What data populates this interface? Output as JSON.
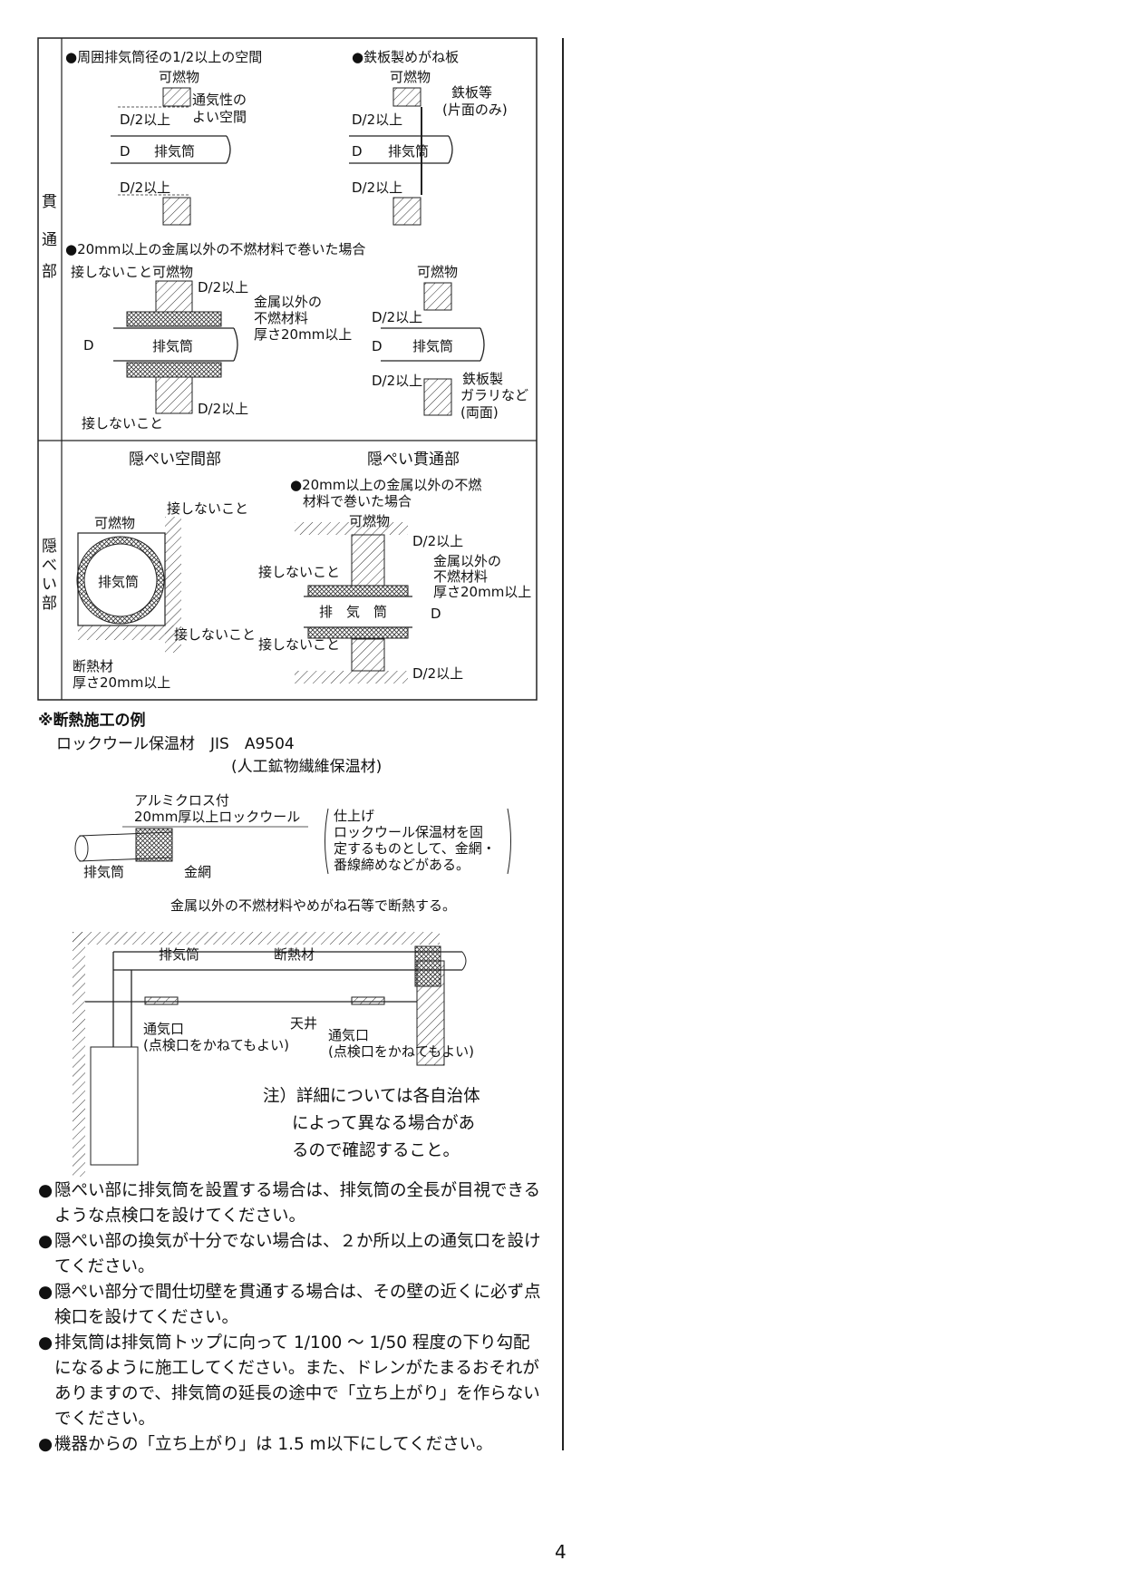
{
  "table": {
    "row1_label": [
      "貫",
      "通",
      "部"
    ],
    "row2_label": [
      "隠",
      "べ",
      "い",
      "部"
    ],
    "panel_a": {
      "heading": "●周囲排気筒径の1/2以上の空間",
      "combustible": "可燃物",
      "vent_1": "通気性の",
      "vent_2": "よい空間",
      "d2_top": "D/2以上",
      "d": "D",
      "pipe": "排気筒",
      "d2_bottom": "D/2以上"
    },
    "panel_b": {
      "heading": "●鉄板製めがね板",
      "combustible": "可燃物",
      "plate_1": "鉄板等",
      "plate_2": "(片面のみ)",
      "d2_top": "D/2以上",
      "d": "D",
      "pipe": "排気筒",
      "d2_bottom": "D/2以上"
    },
    "panel_c": {
      "heading": "●20mm以上の金属以外の不燃材料で巻いた場合",
      "no_contact_top": "接しないこと",
      "combustible": "可燃物",
      "d2_top": "D/2以上",
      "material_1": "金属以外の",
      "material_2": "不燃材料",
      "material_3": "厚さ20mm以上",
      "d": "D",
      "pipe": "排気筒",
      "d2_bottom": "D/2以上",
      "no_contact_bottom": "接しないこと"
    },
    "panel_d": {
      "combustible": "可燃物",
      "d2_top": "D/2以上",
      "d": "D",
      "pipe": "排気筒",
      "d2_bottom": "D/2以上",
      "grill_1": "鉄板製",
      "grill_2": "ガラリなど",
      "grill_3": "(両面)"
    },
    "concealed_space": {
      "heading": "隠ぺい空間部",
      "no_contact_1": "接しないこと",
      "combustible": "可燃物",
      "pipe": "排気筒",
      "no_contact_2": "接しないこと",
      "insulation_1": "断熱材",
      "insulation_2": "厚さ20mm以上"
    },
    "concealed_pass": {
      "heading": "隠ぺい貫通部",
      "subheading_1": "●20mm以上の金属以外の不燃",
      "subheading_2": "材料で巻いた場合",
      "combustible": "可燃物",
      "d2_top": "D/2以上",
      "no_contact_1": "接しないこと",
      "material_1": "金属以外の",
      "material_2": "不燃材料",
      "material_3": "厚さ20mm以上",
      "pipe": "排　気　筒",
      "d": "D",
      "no_contact_2": "接しないこと",
      "d2_bottom": "D/2以上"
    }
  },
  "insulation_example": {
    "title": "※断熱施工の例",
    "line1": "ロックウール保温材　JIS　A9504",
    "line2": "(人工鉱物繊維保温材)",
    "label_rockwool_1": "アルミクロス付",
    "label_rockwool_2": "20mm厚以上ロックウール",
    "label_pipe": "排気筒",
    "label_mesh": "金網",
    "finish_1": "仕上げ",
    "finish_2": "ロックウール保温材を固",
    "finish_3": "定するものとして、金網・",
    "finish_4": "番線締めなどがある。"
  },
  "ceiling_diagram": {
    "top_label": "金属以外の不燃材料やめがね石等で断熱する。",
    "pipe": "排気筒",
    "insulation": "断熱材",
    "ceiling": "天井",
    "vent_left_1": "通気口",
    "vent_left_2": "(点検口をかねてもよい)",
    "vent_right_1": "通気口",
    "vent_right_2": "(点検口をかねてもよい)"
  },
  "caution": [
    "注）詳細については各自治体",
    "によって異なる場合があ",
    "るので確認すること。"
  ],
  "notes": [
    "隠ぺい部に排気筒を設置する場合は、排気筒の全長が目視できるような点検口を設けてください。",
    "隠ぺい部の換気が十分でない場合は、２か所以上の通気口を設けてください。",
    "隠ぺい部分で間仕切壁を貫通する場合は、その壁の近くに必ず点検口を設けてください。",
    "排気筒は排気筒トップに向って 1/100 ～ 1/50 程度の下り勾配になるように施工してください。また、ドレンがたまるおそれがありますので、排気筒の延長の途中で「立ち上がり」を作らないでください。",
    "機器からの「立ち上がり」は 1.5 m以下にしてください。"
  ],
  "bullet": "●",
  "page_number": "4"
}
